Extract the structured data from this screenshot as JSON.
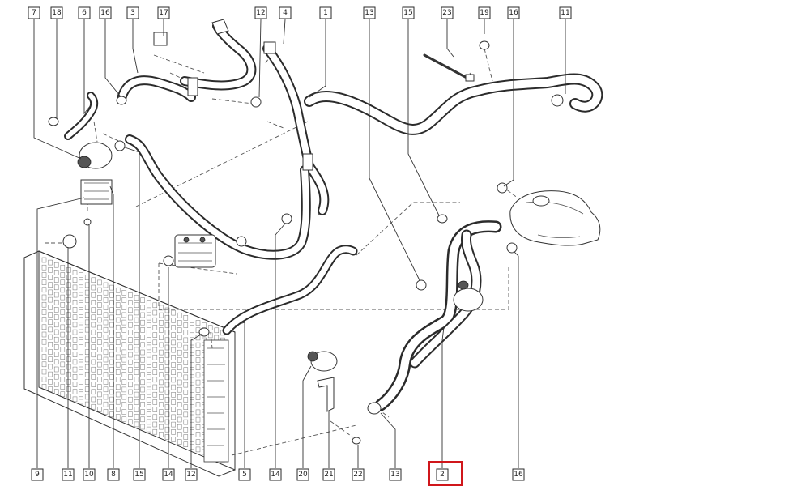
{
  "callouts": {
    "top": [
      {
        "key": "c7",
        "text": "7"
      },
      {
        "key": "c18",
        "text": "18"
      },
      {
        "key": "c6",
        "text": "6"
      },
      {
        "key": "c16a",
        "text": "16"
      },
      {
        "key": "c3",
        "text": "3"
      },
      {
        "key": "c17",
        "text": "17"
      },
      {
        "key": "c12a",
        "text": "12"
      },
      {
        "key": "c4",
        "text": "4"
      },
      {
        "key": "c1",
        "text": "1"
      },
      {
        "key": "c13a",
        "text": "13"
      },
      {
        "key": "c15a",
        "text": "15"
      },
      {
        "key": "c23",
        "text": "23"
      },
      {
        "key": "c19",
        "text": "19"
      },
      {
        "key": "c16b",
        "text": "16"
      },
      {
        "key": "c11a",
        "text": "11"
      }
    ],
    "bottom": [
      {
        "key": "b9",
        "text": "9"
      },
      {
        "key": "b11",
        "text": "11"
      },
      {
        "key": "b10",
        "text": "10"
      },
      {
        "key": "b8",
        "text": "8"
      },
      {
        "key": "b15",
        "text": "15"
      },
      {
        "key": "b14a",
        "text": "14"
      },
      {
        "key": "b12",
        "text": "12"
      },
      {
        "key": "b5",
        "text": "5"
      },
      {
        "key": "b14b",
        "text": "14"
      },
      {
        "key": "b20",
        "text": "20"
      },
      {
        "key": "b21",
        "text": "21"
      },
      {
        "key": "b22",
        "text": "22"
      },
      {
        "key": "b13",
        "text": "13"
      },
      {
        "key": "b2",
        "text": "2"
      },
      {
        "key": "b16",
        "text": "16"
      }
    ]
  },
  "highlight": {
    "callout": "b2",
    "color": "#d0161b"
  },
  "colors": {
    "line": "#2b2b2b",
    "background": "#ffffff",
    "highlight": "#d0161b"
  }
}
